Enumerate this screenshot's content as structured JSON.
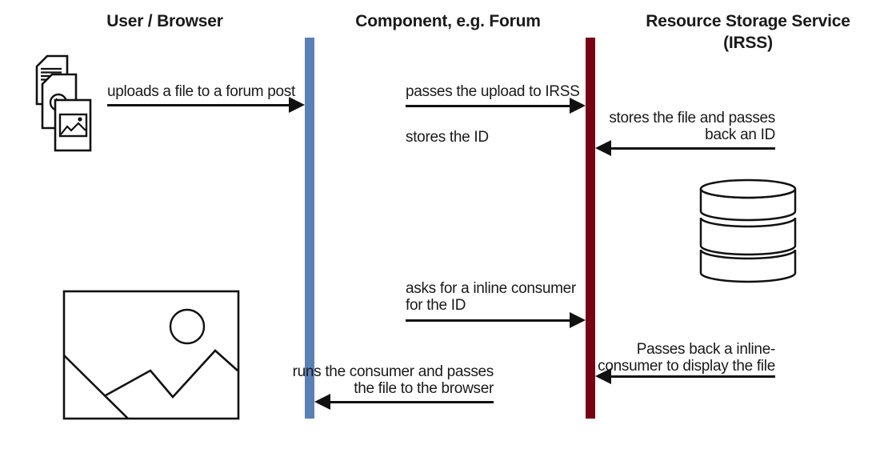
{
  "diagram": {
    "title_hint": "file upload sequence diagram",
    "actors": [
      {
        "id": "user-browser",
        "title": "User / Browser"
      },
      {
        "id": "component-forum",
        "title": "Component, e.g. Forum"
      },
      {
        "id": "irss",
        "title": "Resource Storage Service",
        "title_line2": "(IRSS)"
      }
    ],
    "lifelines": [
      {
        "id": "component-lifeline",
        "color": "#5b80b6"
      },
      {
        "id": "irss-lifeline",
        "color": "#770414"
      }
    ],
    "messages": [
      {
        "id": "upload-file",
        "direction": "right",
        "lines": [
          "uploads a file to a forum post"
        ]
      },
      {
        "id": "pass-upload",
        "direction": "right",
        "lines": [
          "passes the upload to IRSS"
        ]
      },
      {
        "id": "store-file-return",
        "direction": "left",
        "lines": [
          "stores the file and passes",
          "back an ID"
        ]
      },
      {
        "id": "ask-consumer",
        "direction": "right",
        "lines": [
          "asks for a inline consumer",
          "for the ID"
        ]
      },
      {
        "id": "pass-consumer",
        "direction": "left",
        "lines": [
          "Passes back a inline-",
          "consumer to display the file"
        ]
      },
      {
        "id": "run-consumer",
        "direction": "left",
        "lines": [
          "runs the consumer and passes",
          "the file to the browser"
        ]
      }
    ],
    "notes": [
      {
        "id": "stores-id",
        "text": "stores the ID"
      }
    ],
    "icons": [
      {
        "id": "file-stack",
        "name": "documents-stack-icon"
      },
      {
        "id": "database",
        "name": "database-icon"
      },
      {
        "id": "image-placeholder",
        "name": "image-placeholder-icon"
      }
    ],
    "colors": {
      "arrow": "#111111",
      "text": "#1a1a1a",
      "component_bar": "#5b80b6",
      "irss_bar": "#770414"
    }
  }
}
